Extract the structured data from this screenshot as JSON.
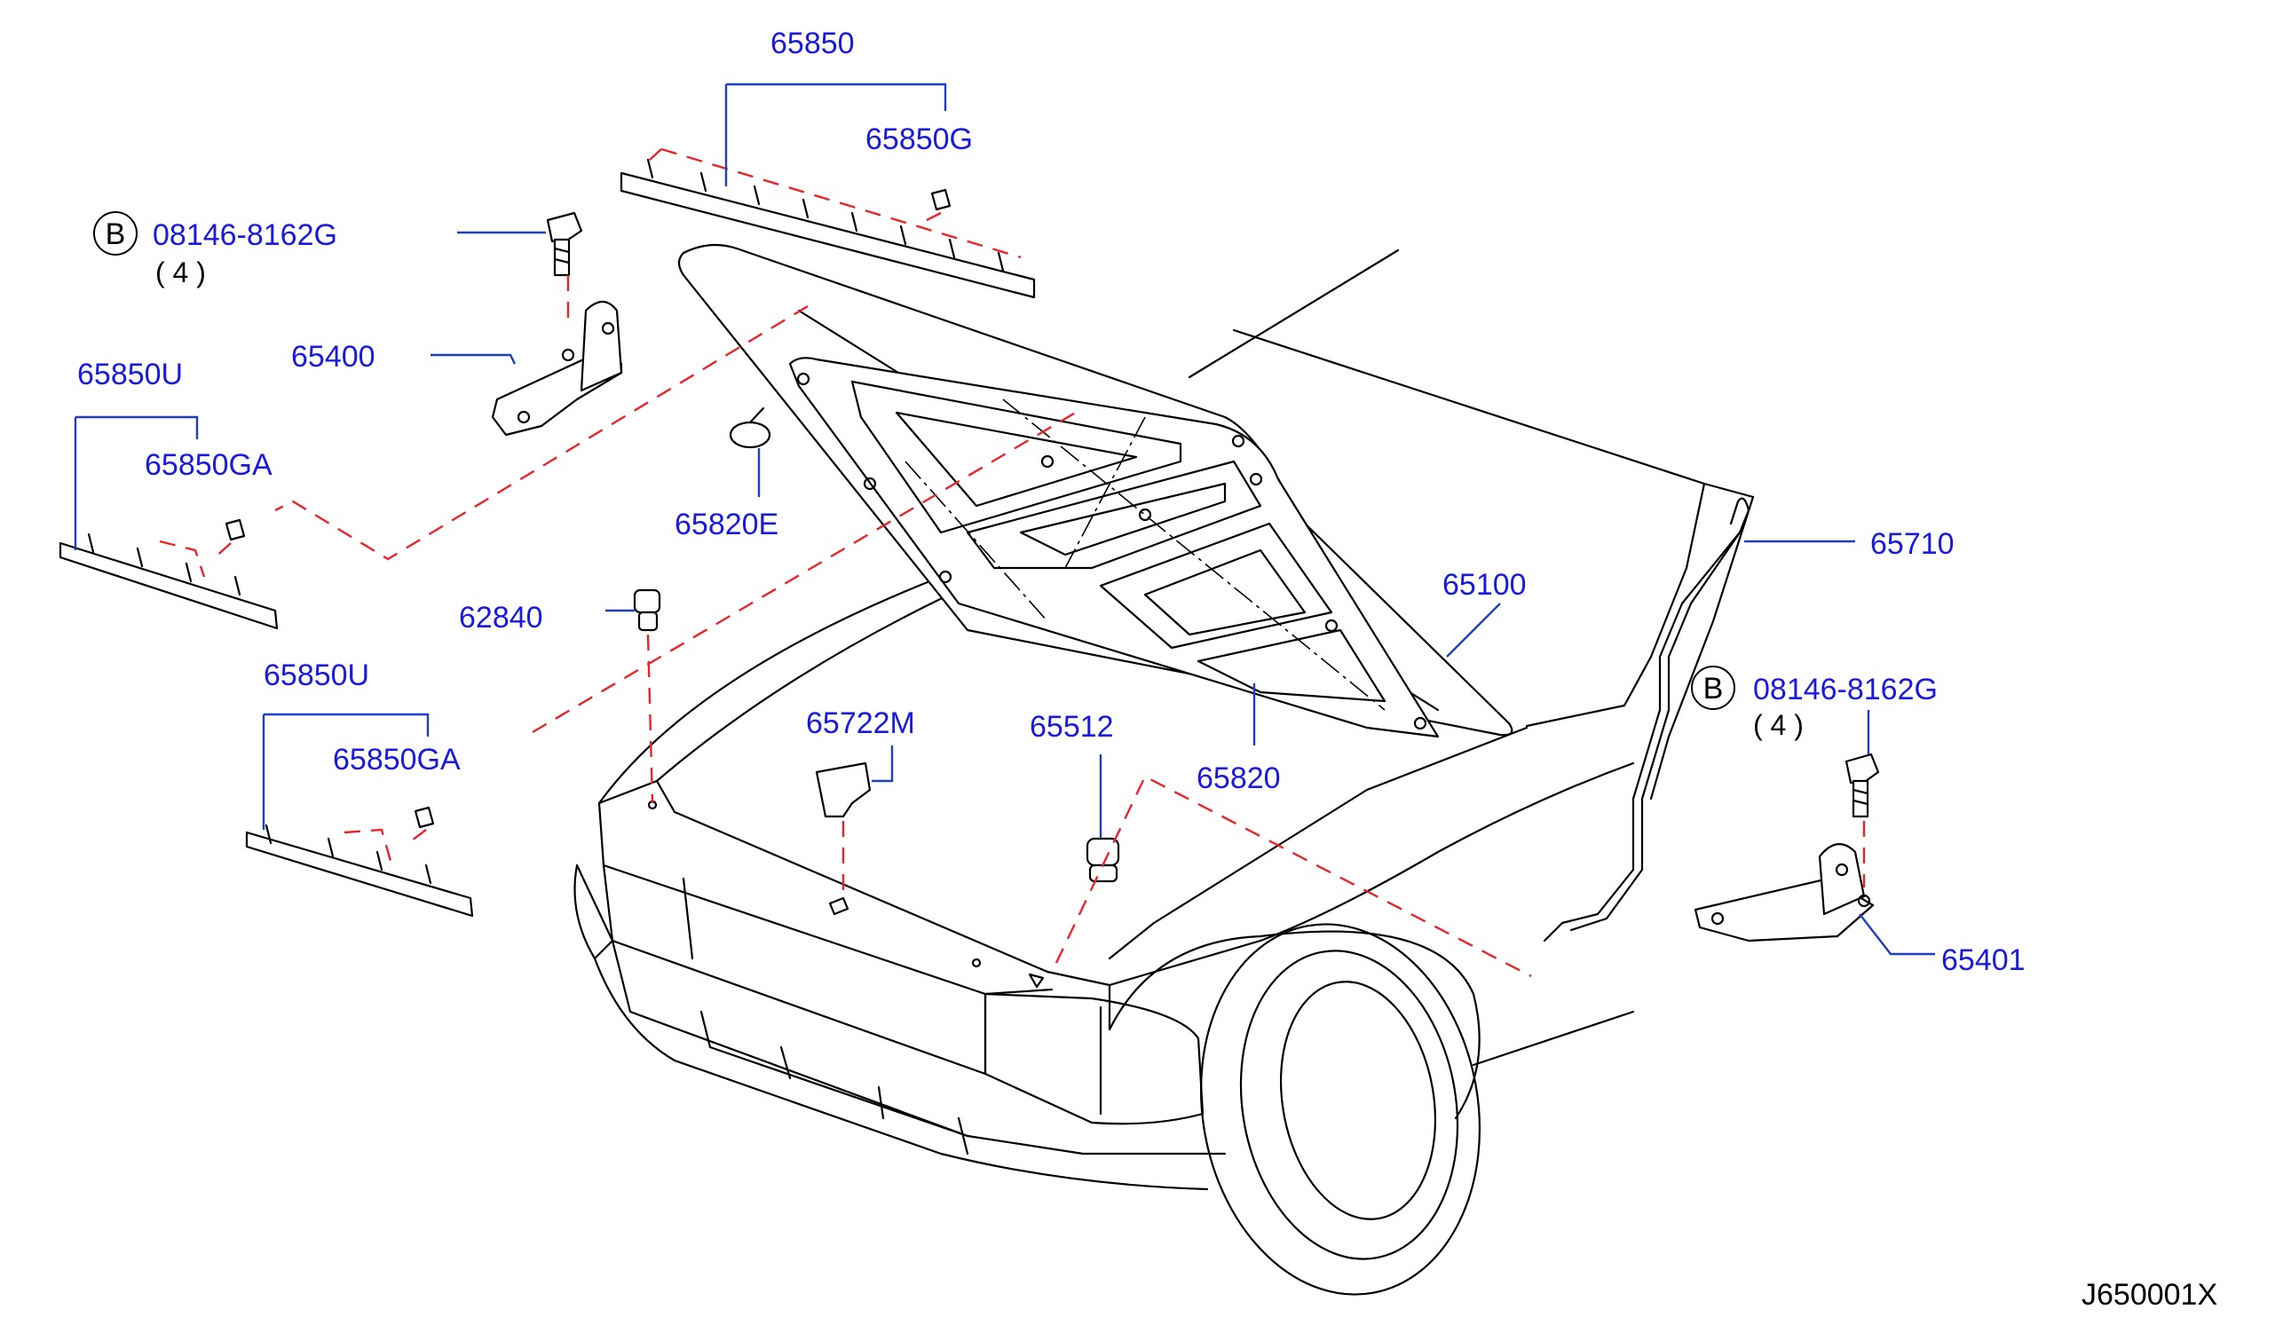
{
  "diagram_code": "J650001X",
  "parts": {
    "p65850": "65850",
    "p65850G": "65850G",
    "p65850U_top": "65850U",
    "p65850GA_top": "65850GA",
    "p65850U_bottom": "65850U",
    "p65850GA_bottom": "65850GA",
    "p65400": "65400",
    "p65401": "65401",
    "p65820E": "65820E",
    "p62840": "62840",
    "p65722M": "65722M",
    "p65512": "65512",
    "p65820": "65820",
    "p65100": "65100",
    "p65710": "65710"
  },
  "bolts": [
    {
      "badge": "B",
      "part_number": "08146-8162G",
      "qty": "( 4 )"
    },
    {
      "badge": "B",
      "part_number": "08146-8162G",
      "qty": "( 4 )"
    }
  ]
}
